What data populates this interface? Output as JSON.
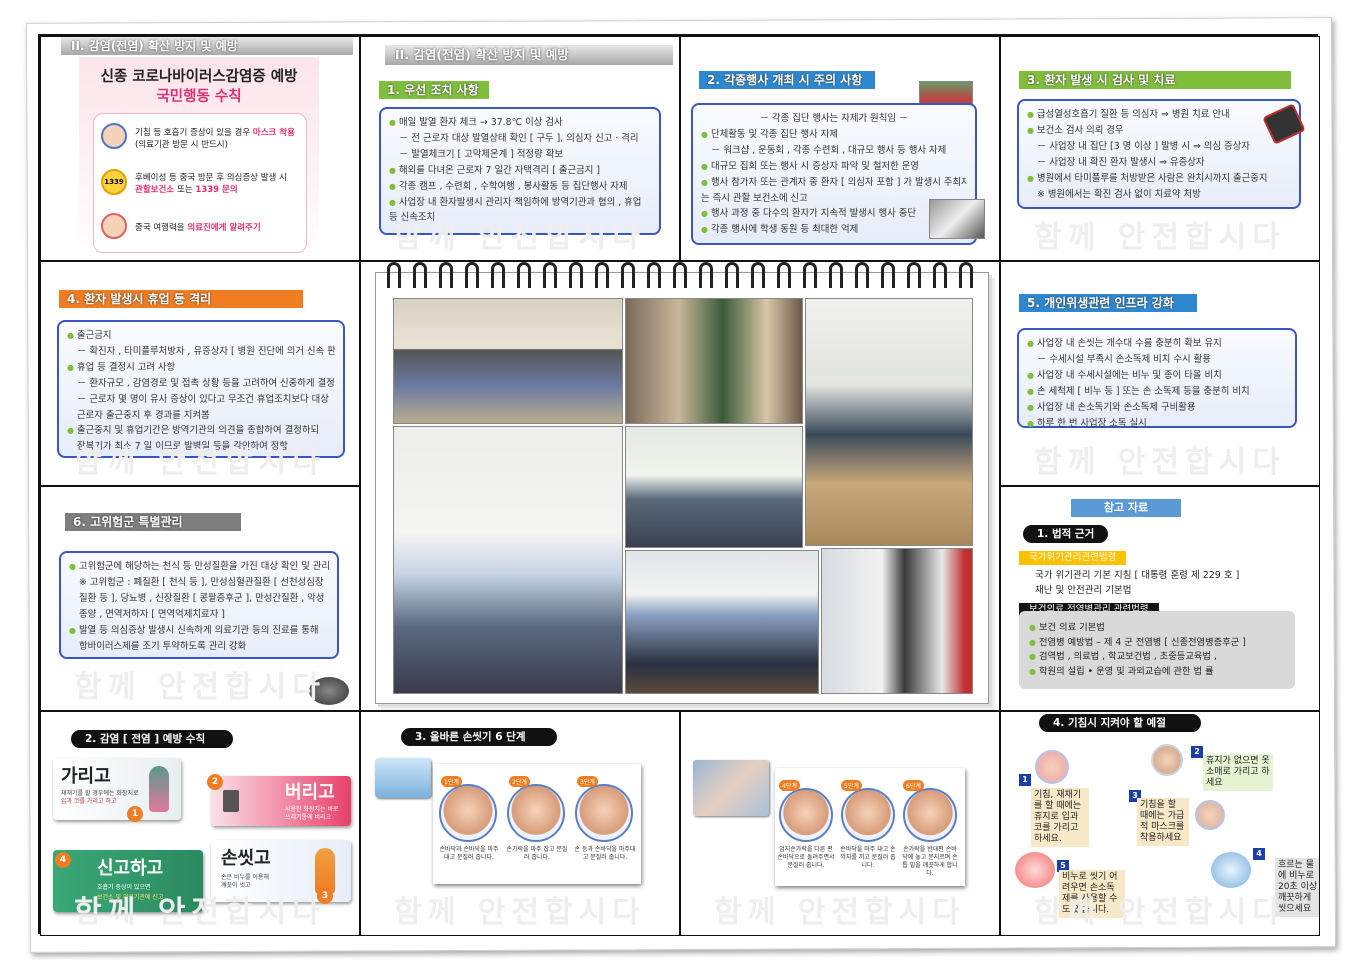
{
  "c1": {
    "header": "II. 감염(전염) 확산 방지 및 예방",
    "title1": "신종 코로나바이러스감염증 예방",
    "title2": "국민행동 수칙",
    "items": [
      {
        "t1a": "기침 등 호흡기 증상이 있을 경우 ",
        "t1b": "마스크 착용",
        "t2": "(의료기관 방문 시 반드시)"
      },
      {
        "t1a": "후베이성 등 중국 방문 후 의심증상 발생 시",
        "t2a": "관할보건소 ",
        "t2b": "또는 ",
        "t2c": "1339 문의"
      },
      {
        "t1a": "중국 여행력을 ",
        "t1b": "의료진에게 알려주기"
      }
    ]
  },
  "c2": {
    "header": "II. 감염(전염) 확산 방지 및 예방",
    "tag": "1. 우선 조치 사항",
    "lines": [
      "매일 발열 환자 체크 → 37.8℃ 이상 검사",
      "－ 전 근로자 대상 발열상태 확인 [ 구두 ], 의심자 신고 · 격리",
      "－ 발열체크기 [ 고막체온계 ] 적정량 확보",
      "해외를 다녀온 근로자 7 일간 자택격리 [ 출근금지 ]",
      "각종 캠프 , 수련회 , 수학여행 , 봉사활동 등 집단행사 자제",
      "사업장 내 환자발생시 관리자 책임하에 방역기관과 협의 , 휴업",
      "등 신속조치"
    ]
  },
  "c3": {
    "tag": "2. 각종행사 개최 시 주의 사항",
    "lines": [
      "－ 각종 집단 행사는 자제가 원칙임 －",
      "단체활동 및 각종 집단 행사 자제",
      "－ 워크샵 , 운동회 , 각종 수련회 , 대규모 행사 등 행사 자제",
      "대규모 집회 또는 행사 시   증상자 파악 및 철저한 운영",
      "행사 참가자 또는 관계자 중 환자 [ 의심자 포함 ] 가 발생시 주최자",
      "는 즉시 관할 보건소에 신고",
      "행사 과정 중 다수의 환자가 지속적 발생시 행사 중단",
      "각종 행사에 학생 동원 등 최대한 억제"
    ]
  },
  "c4": {
    "tag": "3. 환자 발생 시 검사 및 치료",
    "lines": [
      "급성열성호흡기 질환 등 의심자 ⇒ 병원 치료 안내",
      "보건소 검사 의뢰 경우",
      "－ 사업장 내 집단 [3 명 이상 ] 발병 시 ⇒ 의심 증상자",
      "－ 사업장 내 확진 환자 발생시 ⇒ 유증상자",
      "병원에서 타미플루를 처방받은 사람은 완치시까지 출근중지",
      "※ 병원에서는 확진 검사 없이 치료약 처방"
    ]
  },
  "c5": {
    "tag": "4. 환자 발생시 휴업 등 격리",
    "lines": [
      "출근금지",
      "－ 확진자 , 타미플루처방자 , 유증상자 [ 병원 진단에 의거 신속 판단 ]",
      "휴업 등 결정시 고려 사항",
      "－ 환자규모 , 감염경로 및 접촉 상황 등을 고려하여 신중하게 결정",
      "－ 근로자 몇 명이 유사 증상이 있다고 무조건 휴업조치보다 대상",
      "근로자 출근중지 후 경과를 지켜봄",
      "출근중지 및 휴업기간은 방역기관의 의견을 종합하여 결정하되",
      "잠복기가 최소 7 일 이므로 발병일 등을 감안하여 정함"
    ]
  },
  "c6": {
    "tag": "5. 개인위생관련 인프라 강화",
    "lines": [
      "사업장 내   손씻는 개수대 수를 충분히 확보 유지",
      "－ 수세시설 부족시 손소독제 비치 수시 활용",
      "사업장 내 수세시설에는   비누 및 종이 타올 비치",
      "손 세척제 [ 비누 등 ] 또는 손 소독제 등을 충분히 비치",
      "사업장 내 손소독기와 손소독제 구비활용",
      "하루 한 번 사업장 소독 실시"
    ]
  },
  "c7": {
    "tag": "6. 고위험군 특별관리",
    "lines": [
      "고위험군에 해당하는 천식 등 만성질환을 가진 대상 확인 및 관리",
      "※ 고위험군 : 폐질환 [ 천식 등 ], 만성심혈관질환 [ 선천성심장",
      "질환 등 ], 당뇨병 , 신장질환 [ 콩팥증후군 ], 만성간질환 , 악성",
      "종양 , 면역저하자 [ 면역억제치료자 ]",
      "발열 등 의심증상 발생시 신속하게 의료기관 등의 진료를 통해",
      "항바이러스제를 조기 투약하도록 관리 강화"
    ]
  },
  "c8": {
    "title": "참고 자료",
    "pill": "1.  법적 근거",
    "sec1": "국가위기관리관련법령",
    "sec1lines": [
      "국가 위기관리 기본 지침 [ 대통령 훈령 제 229 호 ]",
      "재난 및 안전관리 기본법"
    ],
    "sec2": "보건의료 전염병관리 관련법령",
    "sec2lines": [
      "보건 의료 기본법",
      "전염병 예방법 – 제 4 군 전염병 [ 신종전염병증후군 ]",
      "검역법 , 의료법 , 학교보건법 , 초중등교육법 ,",
      "학원의 설립 • 운영 및 과외교습에 관한 법 률"
    ]
  },
  "c9": {
    "pill": "2.  감염 [ 전염 ] 예방 수칙",
    "cards": [
      {
        "num": "1",
        "title": "가리고",
        "desc1": "재채기를 할 경우에는 화장지로",
        "desc2": "입과 코를 가리고 하고"
      },
      {
        "num": "2",
        "title": "버리고",
        "desc1": "사용한 화장지는 바로",
        "desc2": "쓰레기통에 버리고"
      },
      {
        "num": "4",
        "title": "신고하고",
        "desc1": "호흡기 증상이 있으면",
        "desc2": "보건소 및 의료기관에 신고"
      },
      {
        "num": "3",
        "title": "손씻고",
        "desc1": "손은 비누를 이용해",
        "desc2": "깨끗이 씻고"
      }
    ]
  },
  "c10": {
    "pill": "3.  올바른 손씻기  6 단계",
    "steps": [
      {
        "label": "1단계",
        "cap": "손바닥과 손바닥을 마주대고 문질러 줍니다."
      },
      {
        "label": "2단계",
        "cap": "손가락을 마주 잡고 문질러 줍니다."
      },
      {
        "label": "3단계",
        "cap": "손 등과 손바닥을 마주대고 문질러 줍니다."
      }
    ]
  },
  "c11": {
    "steps": [
      {
        "label": "4단계",
        "cap": "엄지손가락을 다른 편 손바닥으로 돌려주면서 문질러 줍니다."
      },
      {
        "label": "5단계",
        "cap": "손바닥을 마주 대고 손깍지를 끼고 문질러 줍니다."
      },
      {
        "label": "6단계",
        "cap": "손가락을 반대편 손바닥에 놓고 문지르며 손톱 밑을 깨끗하게 합니다."
      }
    ]
  },
  "c12": {
    "pill": "4.  기침시 지켜야 할 예절",
    "notes": [
      {
        "num": "1",
        "text": "기침, 재채기를 할 때에는 휴지로 입과 코를 가리고 하세요."
      },
      {
        "num": "2",
        "text": "휴지가 없으면 옷 소매로 가리고 하세요"
      },
      {
        "num": "3",
        "text": "기침을 할 때에는 가급적 마스크를 착용하세요"
      },
      {
        "num": "4",
        "text": "흐르는 물에 비누로 20초 이상 깨끗하게 씻으세요"
      },
      {
        "num": "5",
        "text": "비누로 씻기 어려우면 손소독제를 사용할 수도 있습니다."
      }
    ]
  },
  "watermark": "함께 안전합시다",
  "colors": {
    "green": "#7fbf3c",
    "blue": "#2e88d0",
    "orange": "#f07d22",
    "boxBorder": "#3a55c4"
  }
}
